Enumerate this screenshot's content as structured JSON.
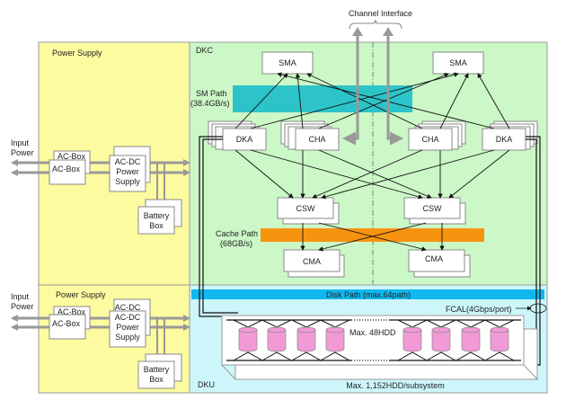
{
  "title": "Channel Interface",
  "colors": {
    "power_supply_bg": "#fdfba0",
    "dkc_bg": "#ccf7c7",
    "dku_bg": "#cdf6fb",
    "sm_path": "#2cc4c8",
    "cache_path": "#f7940f",
    "disk_path": "#11b8ef",
    "hdd": "#f29ad6",
    "arrow_gray": "#999999"
  },
  "regions": {
    "power_supply_top": "Power Supply",
    "power_supply_bottom": "Power Supply",
    "dkc": "DKC",
    "dku": "DKU"
  },
  "input_power": [
    "Input",
    "Power"
  ],
  "power": {
    "ac_box": "AC-Box",
    "ac_dc_1": "AC-DC",
    "ac_dc_2": "Power",
    "ac_dc_3": "Supply",
    "battery_1": "Battery",
    "battery_2": "Box"
  },
  "components": {
    "sma": "SMA",
    "dka": "DKA",
    "cha": "CHA",
    "csw": "CSW",
    "cma": "CMA"
  },
  "paths": {
    "sm_path_1": "SM Path",
    "sm_path_2": "(38.4GB/s)",
    "cache_path_1": "Cache Path",
    "cache_path_2": "(68GB/s)",
    "disk_path": "Disk Path (max.64path)",
    "fcal": "FCAL(4Gbps/port)"
  },
  "dku": {
    "hdd_label": "Max. 48HDD",
    "subsystem_label": "Max. 1,152HDD/subsystem",
    "hdd_count_shown": 8
  }
}
